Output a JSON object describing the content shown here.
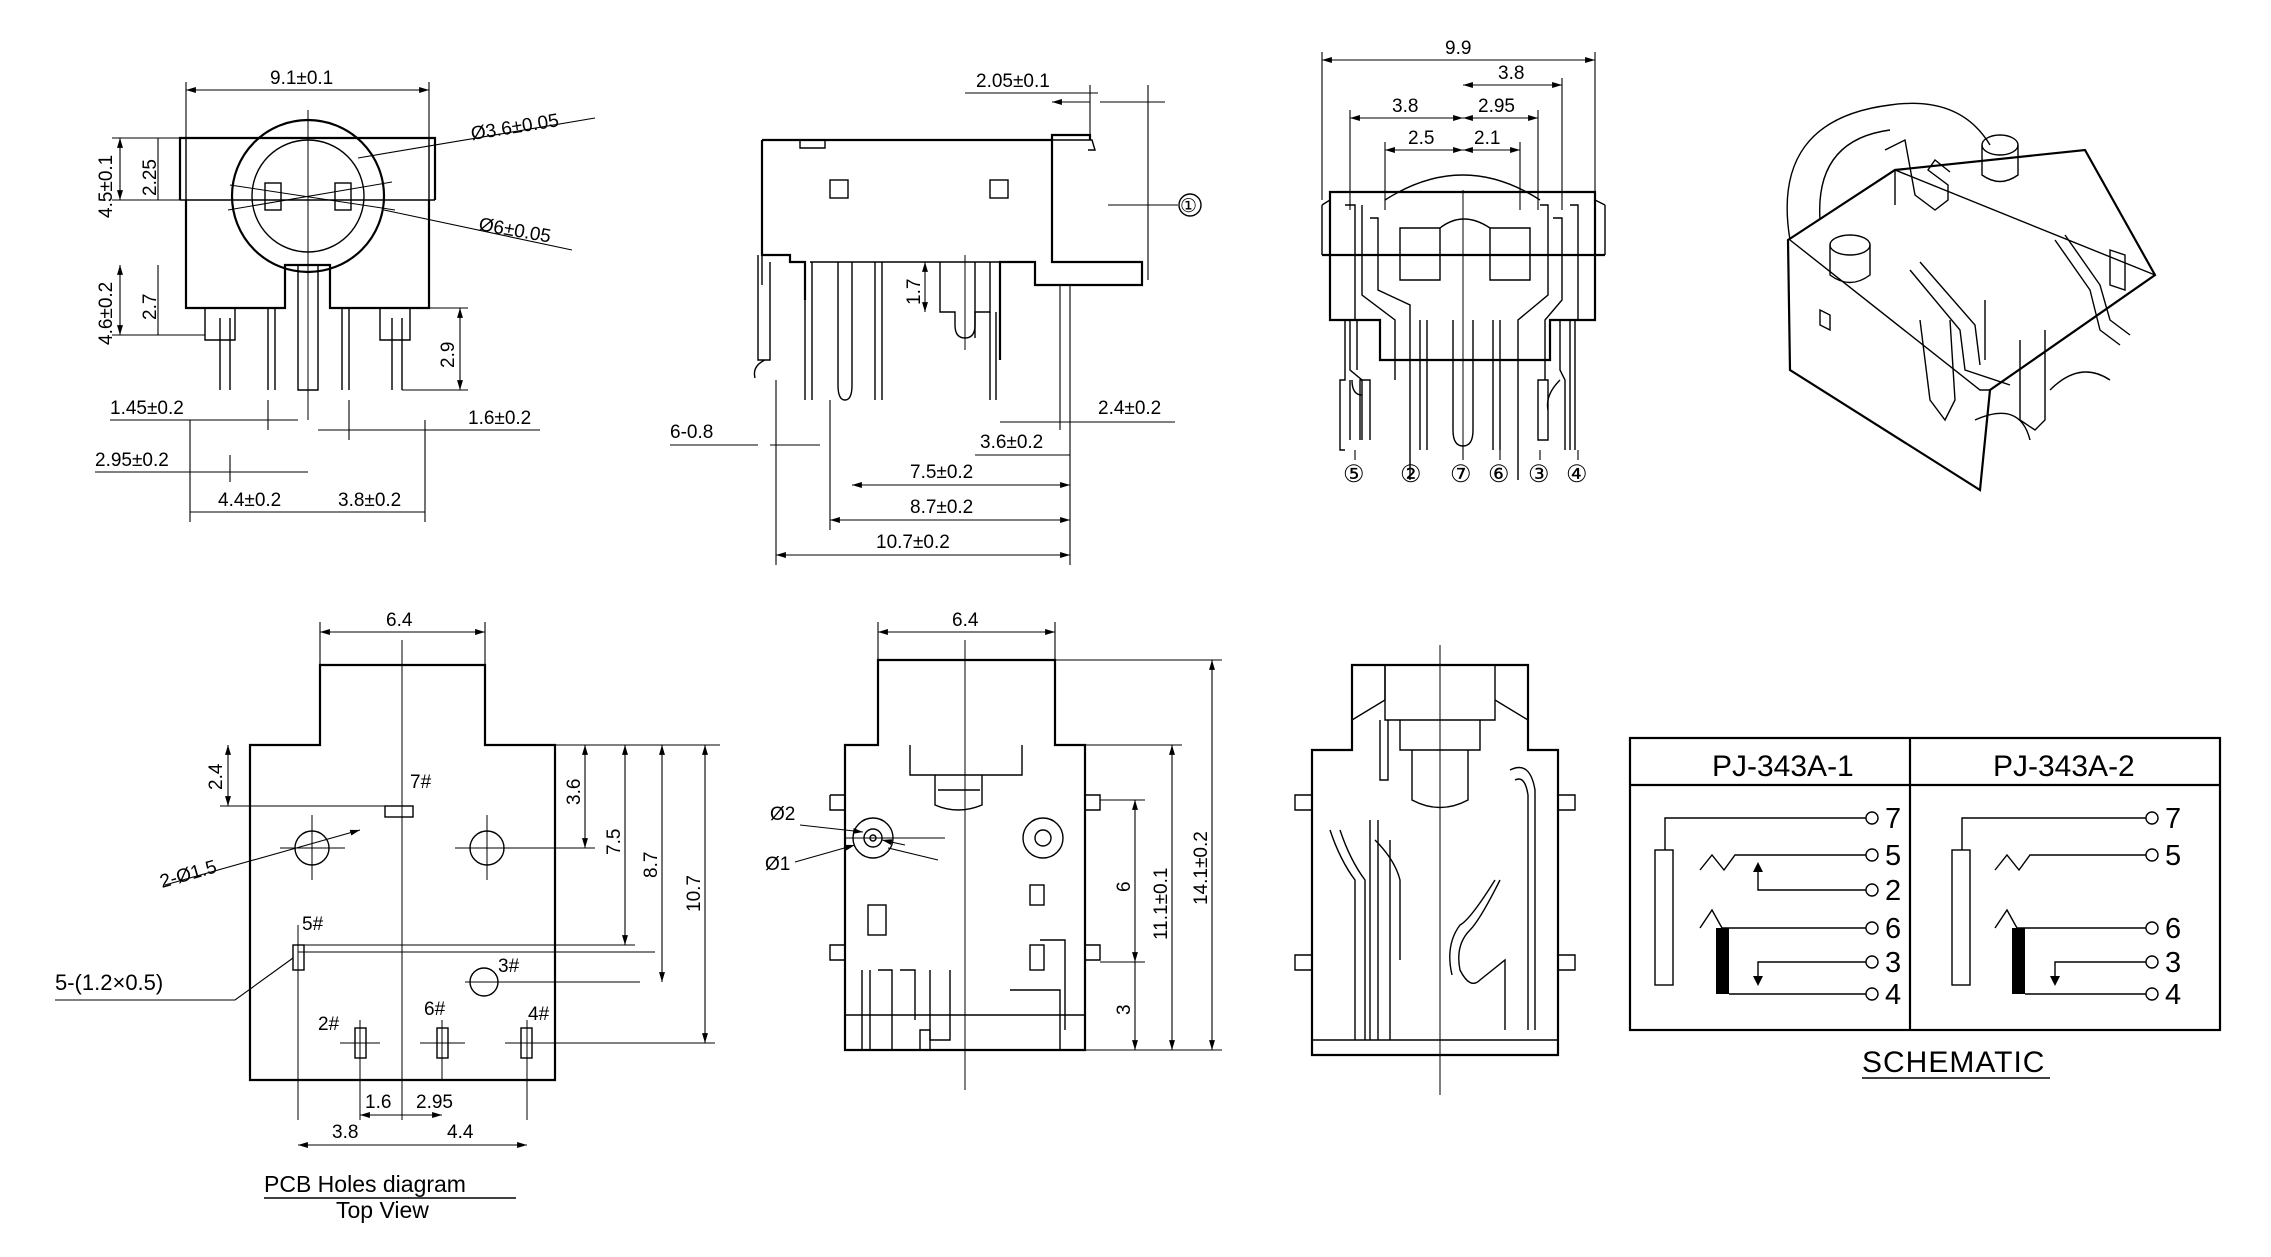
{
  "colors": {
    "line": "#000000",
    "background": "#ffffff"
  },
  "front_view": {
    "dim_width": "9.1±0.1",
    "dim_hole_small": "Ø3.6±0.05",
    "dim_hole_large": "Ø6±0.05",
    "dim_top_height": "4.5±0.1",
    "dim_225": "2.25",
    "dim_lower_height": "4.6±0.2",
    "dim_27": "2.7",
    "dim_29": "2.9",
    "dim_145": "1.45±0.2",
    "dim_16": "1.6±0.2",
    "dim_295": "2.95±0.2",
    "dim_44": "4.4±0.2",
    "dim_38": "3.8±0.2"
  },
  "side_view": {
    "dim_205": "2.05±0.1",
    "callout_1": "①",
    "dim_17": "1.7",
    "dim_24": "2.4±0.2",
    "dim_608": "6-0.8",
    "dim_36": "3.6±0.2",
    "dim_75": "7.5±0.2",
    "dim_87": "8.7±0.2",
    "dim_107": "10.7±0.2"
  },
  "bottom_view": {
    "dim_99": "9.9",
    "dim_38_right": "3.8",
    "dim_38_left": "3.8",
    "dim_295": "2.95",
    "dim_25": "2.5",
    "dim_21": "2.1",
    "pins": [
      "⑤",
      "②",
      "⑦",
      "⑥",
      "③",
      "④"
    ]
  },
  "pcb_view": {
    "dim_64": "6.4",
    "dim_24": "2.4",
    "dim_36": "3.6",
    "dim_75": "7.5",
    "dim_87": "8.7",
    "dim_107": "10.7",
    "holes": "2-Ø1.5",
    "slots": "5-(1.2×0.5)",
    "labels": [
      "7#",
      "5#",
      "3#",
      "2#",
      "6#",
      "4#"
    ],
    "dim_16": "1.6",
    "dim_295": "2.95",
    "dim_38": "3.8",
    "dim_44": "4.4",
    "caption_1": "PCB Holes diagram",
    "caption_2": "Top View"
  },
  "rear_view": {
    "dim_64": "6.4",
    "dim_d2": "Ø2",
    "dim_d1": "Ø1",
    "dim_6": "6",
    "dim_3": "3",
    "dim_111": "11.1±0.1",
    "dim_141": "14.1±0.2"
  },
  "schematic": {
    "model_1": "PJ-343A-1",
    "model_2": "PJ-343A-2",
    "pins_1": [
      "7",
      "5",
      "2",
      "6",
      "3",
      "4"
    ],
    "pins_2": [
      "7",
      "5",
      "6",
      "3",
      "4"
    ],
    "caption": "SCHEMATIC"
  }
}
